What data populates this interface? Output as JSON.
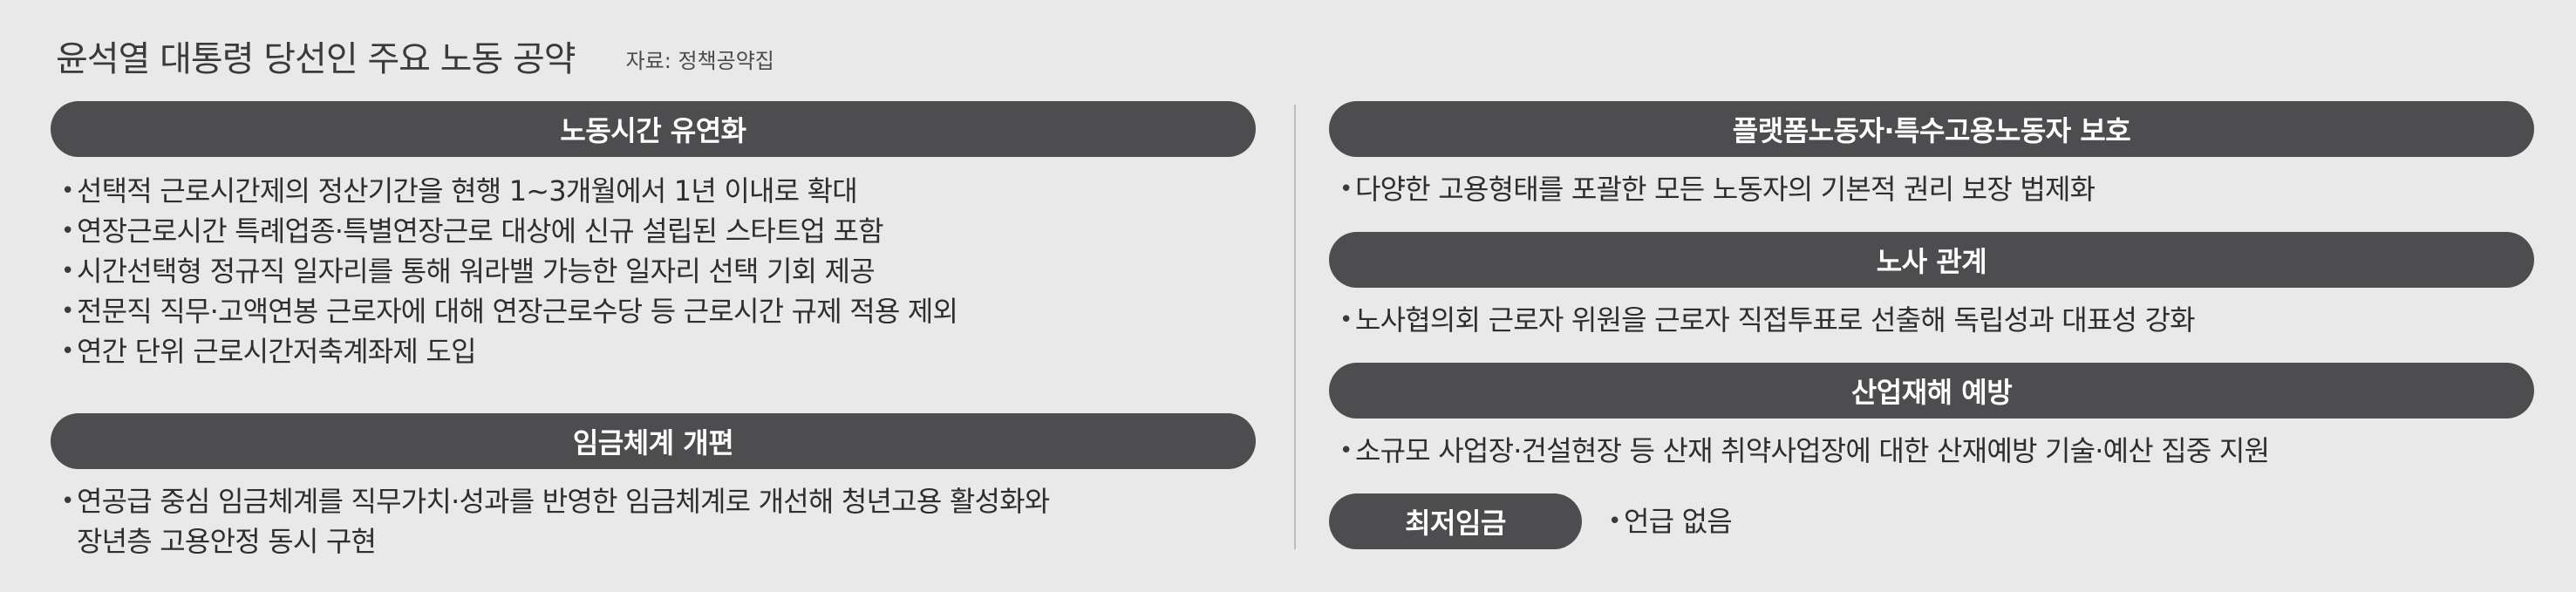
{
  "header": {
    "title": "윤석열 대통령 당선인 주요 노동 공약",
    "source": "자료: 정책공약집"
  },
  "sections": {
    "work_hours": {
      "title": "노동시간 유연화",
      "items": [
        "선택적 근로시간제의 정산기간을 현행 1~3개월에서 1년 이내로 확대",
        "연장근로시간 특례업종·특별연장근로 대상에 신규 설립된 스타트업 포함",
        "시간선택형 정규직 일자리를 통해 워라밸 가능한 일자리 선택 기회 제공",
        "전문직 직무·고액연봉 근로자에 대해 연장근로수당 등 근로시간 규제 적용 제외",
        "연간 단위 근로시간저축계좌제 도입"
      ]
    },
    "wage_system": {
      "title": "임금체계 개편",
      "items": [
        {
          "line1": "연공급 중심 임금체계를 직무가치·성과를 반영한 임금체계로 개선해 청년고용  활성화와",
          "line2": "장년층 고용안정 동시 구현"
        }
      ]
    },
    "platform": {
      "title": "플랫폼노동자·특수고용노동자 보호",
      "items": [
        "다양한 고용형태를 포괄한 모든 노동자의 기본적 권리 보장 법제화"
      ]
    },
    "labor_relations": {
      "title": "노사 관계",
      "items": [
        "노사협의회 근로자 위원을 근로자 직접투표로 선출해 독립성과 대표성 강화"
      ]
    },
    "safety": {
      "title": "산업재해 예방",
      "items": [
        "소규모 사업장·건설현장 등 산재 취약사업장에 대한 산재예방 기술·예산 집중 지원"
      ]
    },
    "min_wage": {
      "title": "최저임금",
      "note": "언급 없음"
    }
  }
}
